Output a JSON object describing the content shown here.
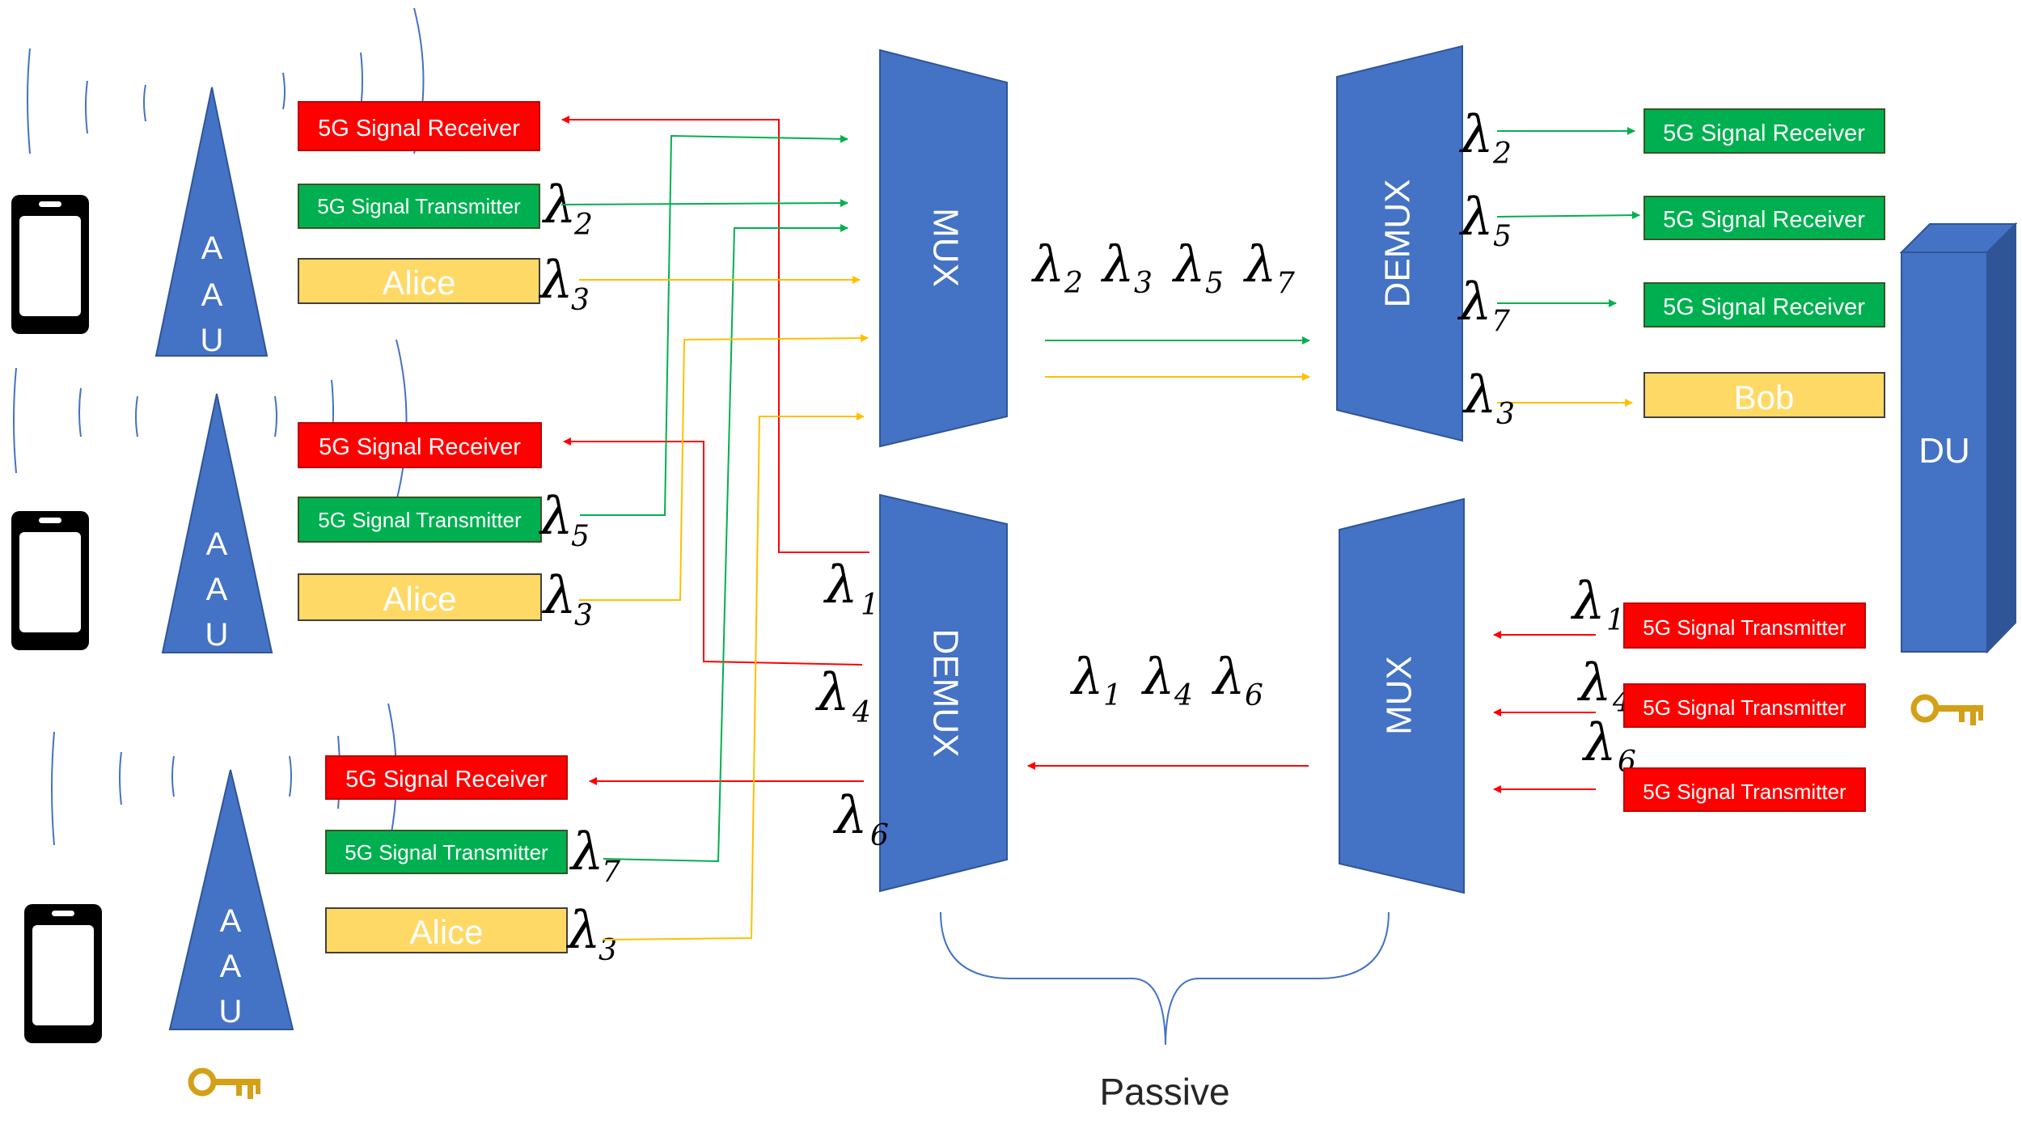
{
  "colors": {
    "red": "#ff0000",
    "green": "#00b050",
    "yellow": "#ffd966",
    "yellow_line": "#ffc000",
    "blue": "#4472c4",
    "blue_dark": "#2f5597"
  },
  "aau": {
    "letters": [
      "A",
      "A",
      "U"
    ]
  },
  "left_groups": [
    {
      "receiver": "5G Signal Receiver",
      "transmitter": "5G Signal Transmitter",
      "alice": "Alice",
      "tx_lambda": "2",
      "alice_lambda": "3"
    },
    {
      "receiver": "5G Signal Receiver",
      "transmitter": "5G Signal Transmitter",
      "alice": "Alice",
      "tx_lambda": "5",
      "alice_lambda": "3"
    },
    {
      "receiver": "5G Signal Receiver",
      "transmitter": "5G Signal Transmitter",
      "alice": "Alice",
      "tx_lambda": "7",
      "alice_lambda": "3"
    }
  ],
  "left_mux": "MUX",
  "left_demux": "DEMUX",
  "right_demux": "DEMUX",
  "right_mux": "MUX",
  "demux_in_lambdas": [
    "1",
    "4",
    "6"
  ],
  "upstream_lambdas": [
    "2",
    "3",
    "5",
    "7"
  ],
  "downstream_lambdas": [
    "1",
    "4",
    "6"
  ],
  "right_receivers": [
    {
      "label": "5G Signal Receiver",
      "lambda": "2"
    },
    {
      "label": "5G Signal Receiver",
      "lambda": "5"
    },
    {
      "label": "5G Signal Receiver",
      "lambda": "7"
    }
  ],
  "bob": {
    "label": "Bob",
    "lambda": "3"
  },
  "right_transmitters": [
    {
      "label": "5G Signal Transmitter",
      "lambda": "1"
    },
    {
      "label": "5G Signal Transmitter",
      "lambda": "4"
    },
    {
      "label": "5G Signal Transmitter",
      "lambda": "6"
    }
  ],
  "du": "DU",
  "passive": "Passive",
  "lambda_symbol": "λ",
  "icons": [
    "phone-icon",
    "key-icon",
    "signal-wave-icon"
  ]
}
